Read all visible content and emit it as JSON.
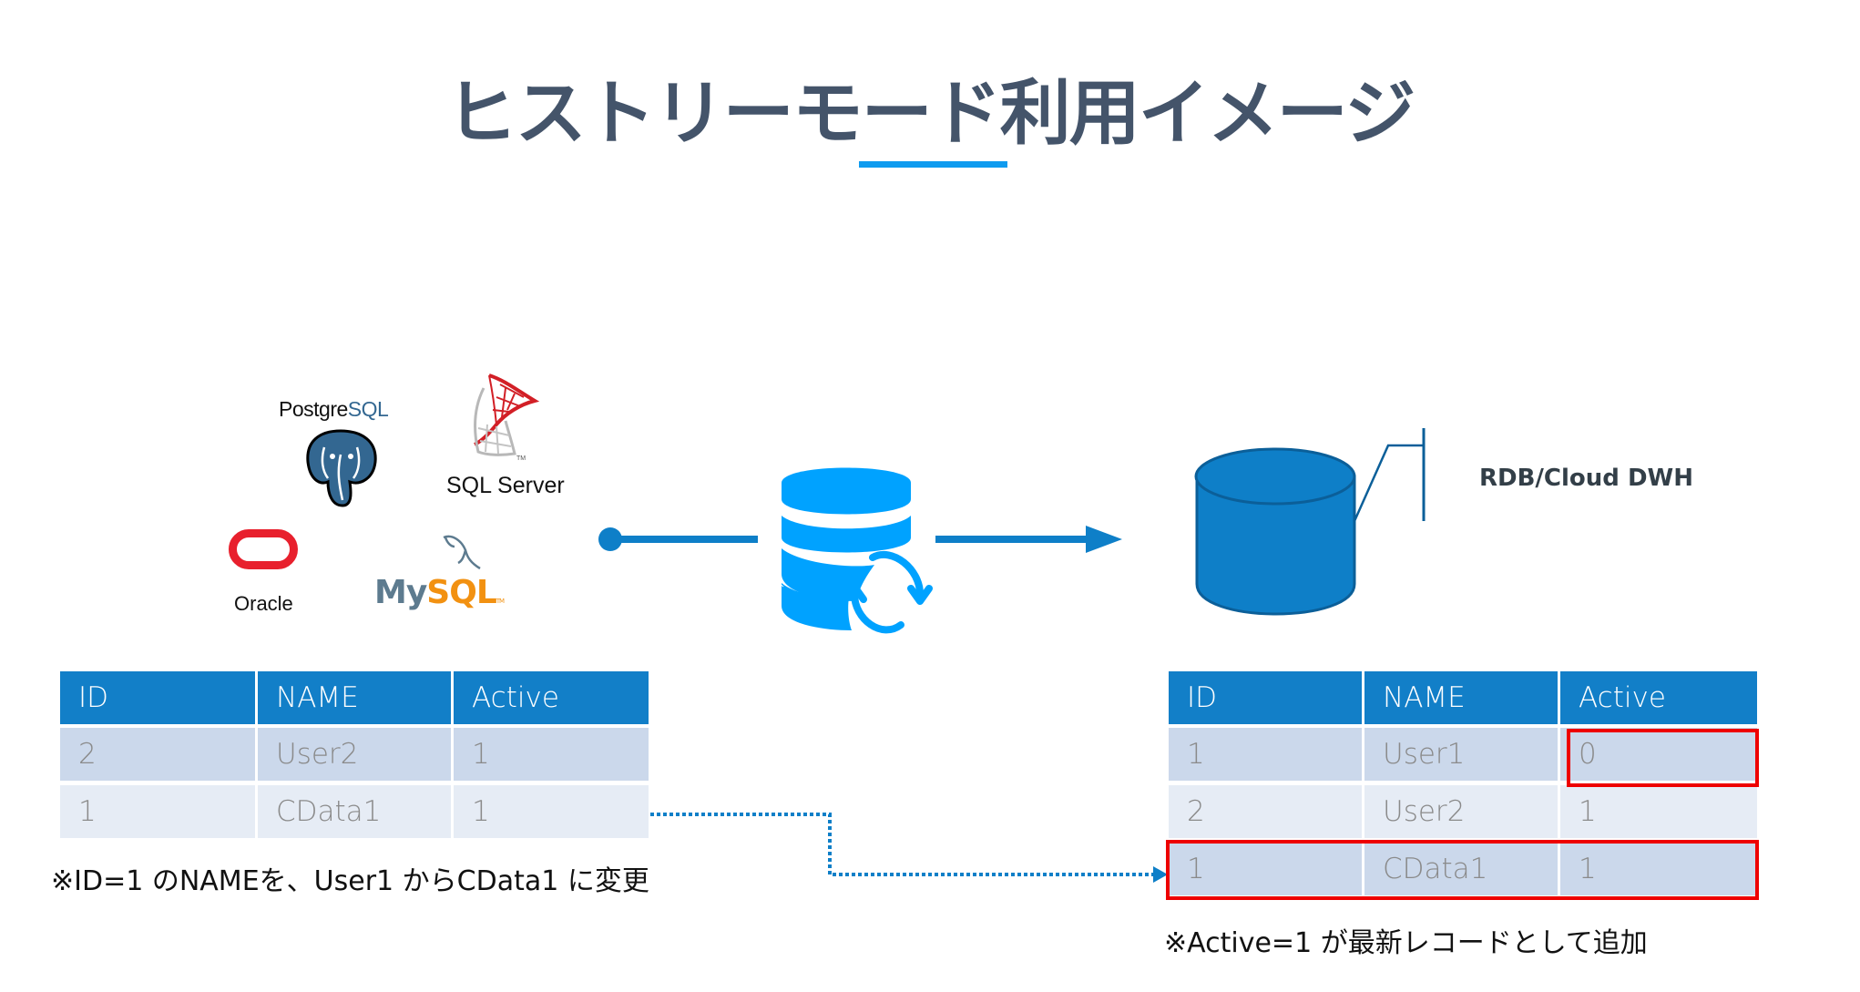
{
  "title": "ヒストリーモード利用イメージ",
  "colors": {
    "title": "#44546a",
    "accent_underline": "#0f9bef",
    "table_header": "#127fc8",
    "row_dark": "#cbd8eb",
    "row_light": "#e6ecf5",
    "highlight_red": "#ee0000",
    "flow_blue": "#0e7fc8",
    "sync_icon_blue": "#00a2ff"
  },
  "sources": {
    "logos": [
      {
        "name": "PostgreSQL",
        "icon": "postgresql-elephant-icon"
      },
      {
        "name": "SQL Server",
        "icon": "sql-server-icon"
      },
      {
        "name": "Oracle",
        "icon": "oracle-ring-icon"
      },
      {
        "name": "MySQL",
        "icon": "mysql-dolphin-icon"
      }
    ],
    "postgres_label_a": "Postgre",
    "postgres_label_b": "SQL",
    "sqlserver_label": "SQL Server",
    "oracle_label": "Oracle",
    "mysql_label_a": "My",
    "mysql_label_b": "SQL",
    "mysql_tm": "TM"
  },
  "middle_icon": "database-sync-icon",
  "destination": {
    "icon": "database-cylinder-icon",
    "label": "RDB/Cloud DWH"
  },
  "source_table": {
    "columns": [
      "ID",
      "NAME",
      "Active"
    ],
    "rows": [
      [
        "2",
        "User2",
        "1"
      ],
      [
        "1",
        "CData1",
        "1"
      ]
    ],
    "note": "※ID=1 のNAMEを、User1 からCData1 に変更"
  },
  "dest_table": {
    "columns": [
      "ID",
      "NAME",
      "Active"
    ],
    "rows": [
      [
        "1",
        "User1",
        "0"
      ],
      [
        "2",
        "User2",
        "1"
      ],
      [
        "1",
        "CData1",
        "1"
      ]
    ],
    "highlights": [
      "row 1 Active cell",
      "row 3 entire row"
    ],
    "note": "※Active=1 が最新レコードとして追加"
  }
}
